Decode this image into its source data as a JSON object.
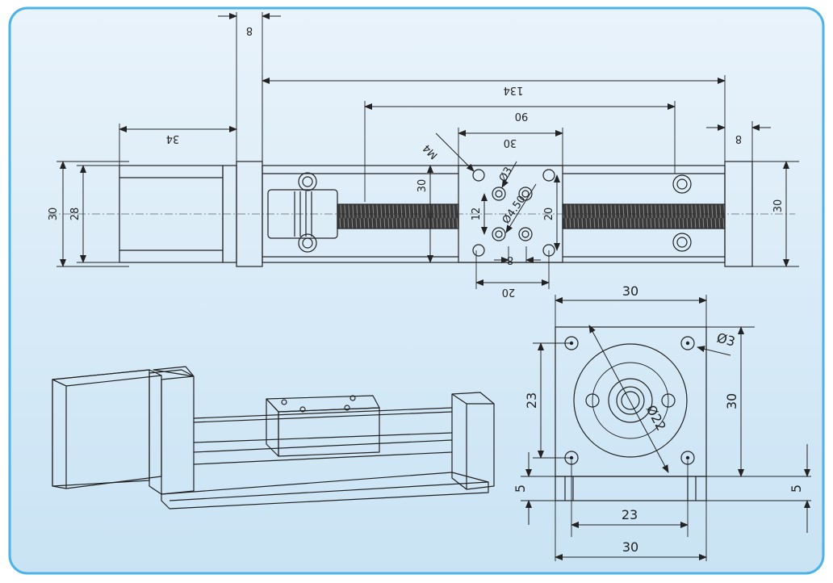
{
  "colors": {
    "background_top": "#e9f3fb",
    "background_bottom": "#c9e3f4",
    "frame_border": "#4db3e6",
    "line": "#222222"
  },
  "side_view": {
    "dim_top_8": "8",
    "dim_134": "134",
    "dim_90": "90",
    "dim_34": "34",
    "dim_30_slider": "30",
    "dim_8_right": "8",
    "dim_M4": "M4",
    "dim_phi3": "Ø3",
    "dim_phi4_50": "Ø4.50",
    "dim_30_left": "30",
    "dim_28_left": "28",
    "dim_30_mid": "30",
    "dim_12": "12",
    "dim_20_v": "20",
    "dim_30_right": "30",
    "dim_8_bottom": "8",
    "dim_20_bottom": "20"
  },
  "end_view": {
    "dim_30_top": "30",
    "dim_phi3": "Ø3",
    "dim_23_left": "23",
    "dim_30_right": "30",
    "dim_phi22": "Ø22",
    "dim_5_left": "5",
    "dim_5_right": "5",
    "dim_23_bottom": "23",
    "dim_30_bottom": "30"
  }
}
